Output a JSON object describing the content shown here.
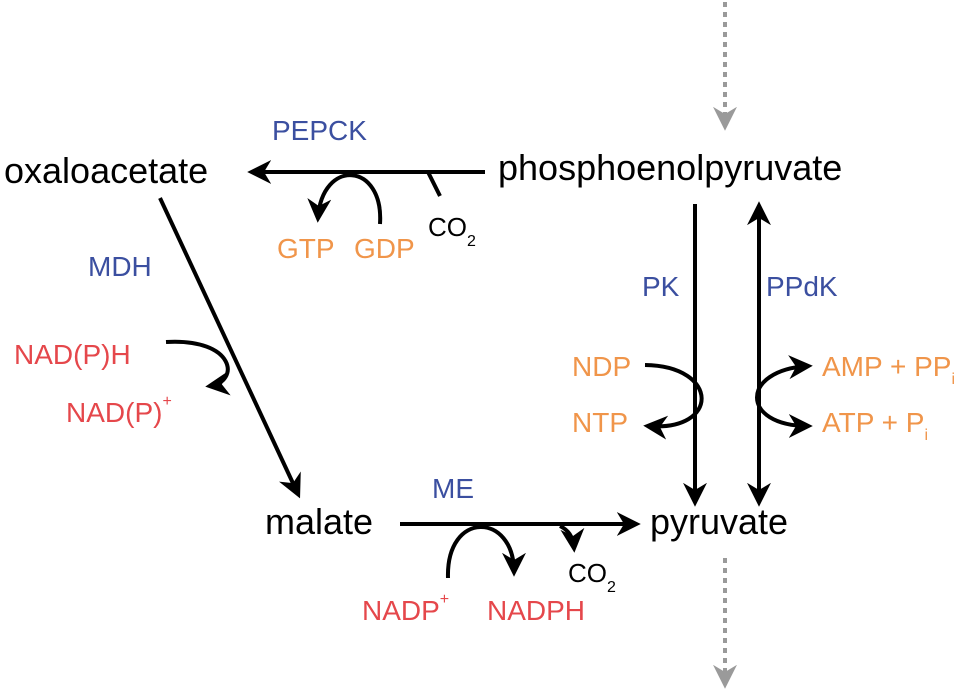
{
  "colors": {
    "enzyme": "#3b4fa0",
    "nucleotide": "#f0954a",
    "redox": "#e5474b",
    "flux": "#9a9a9a",
    "line": "#000000"
  },
  "metabolites": {
    "oxaloacetate": "oxaloacetate",
    "pep": "phosphoenolpyruvate",
    "malate": "malate",
    "pyruvate": "pyruvate"
  },
  "enzymes": {
    "pepck": "PEPCK",
    "mdh": "MDH",
    "pk": "PK",
    "ppdk": "PPdK",
    "me": "ME"
  },
  "cofactors": {
    "gtp": "GTP",
    "gdp": "GDP",
    "co2_base": "CO",
    "co2_sub": "2",
    "nadph_mdh": "NAD(P)H",
    "nadp_mdh_base": "NAD(P)",
    "nadp_mdh_sup": "+",
    "ndp": "NDP",
    "ntp": "NTP",
    "amp_base": "AMP + PP",
    "amp_sub": "i",
    "atp_base": "ATP + P",
    "atp_sub": "i",
    "nadp_base": "NADP",
    "nadp_sup": "+",
    "nadph": "NADPH"
  }
}
